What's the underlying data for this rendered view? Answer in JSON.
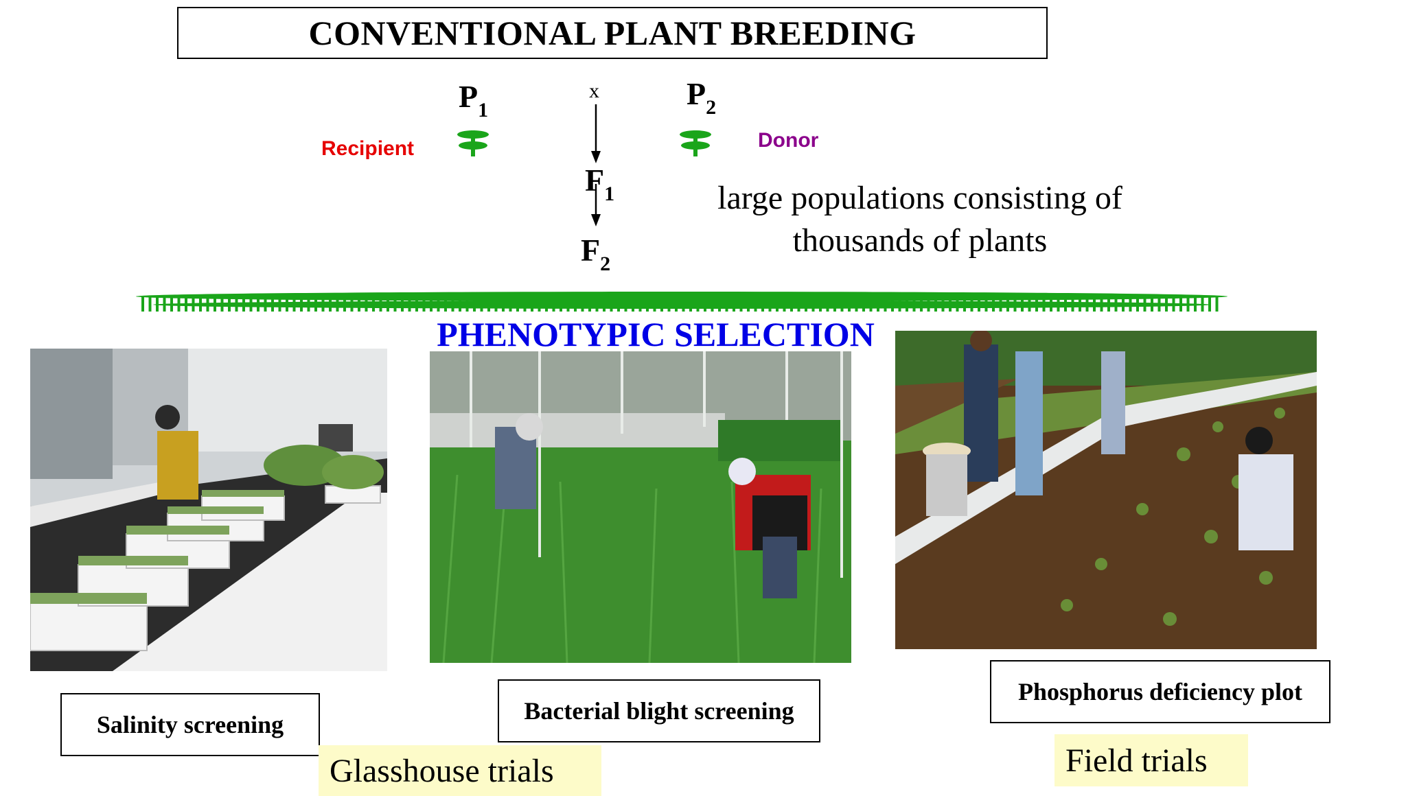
{
  "title": "CONVENTIONAL PLANT BREEDING",
  "cross": {
    "parent1": {
      "letter": "P",
      "sub": "1"
    },
    "parent2": {
      "letter": "P",
      "sub": "2"
    },
    "cross_symbol": "x",
    "f1": {
      "letter": "F",
      "sub": "1"
    },
    "f2": {
      "letter": "F",
      "sub": "2"
    },
    "recipient_label": "Recipient",
    "donor_label": "Donor",
    "population_line1": "large populations consisting of",
    "population_line2": "thousands of plants"
  },
  "section_heading": "PHENOTYPIC SELECTION",
  "photos": {
    "salinity_caption": "Salinity screening",
    "blight_caption": "Bacterial blight screening",
    "phosphorus_caption": "Phosphorus deficiency plot"
  },
  "trials": {
    "glasshouse": "Glasshouse trials",
    "field": "Field trials"
  },
  "colors": {
    "recipient": "#e60000",
    "donor": "#8b008b",
    "heading": "#0000e6",
    "plant": "#1aa51a",
    "trial_highlight": "#fdfbc9"
  }
}
